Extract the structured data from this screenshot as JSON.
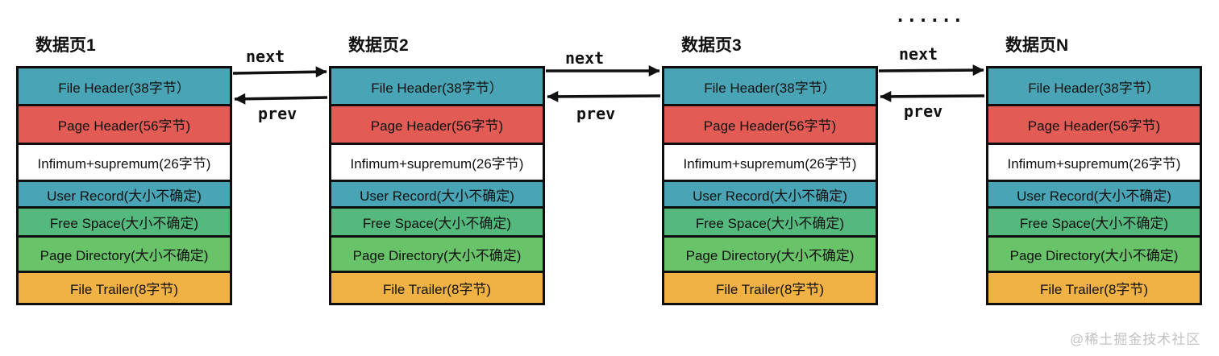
{
  "diagram": {
    "pages": [
      {
        "title": "数据页1"
      },
      {
        "title": "数据页2"
      },
      {
        "title": "数据页3"
      },
      {
        "title": "数据页N"
      }
    ],
    "rows": [
      {
        "label": "File Header(38字节）",
        "color": "#49A5B6"
      },
      {
        "label": "Page Header(56字节)",
        "color": "#E25B54"
      },
      {
        "label": "Infimum+supremum(26字节)",
        "color": "#FFFFFF"
      },
      {
        "label": "User Record(大小不确定)",
        "color": "#49A5B6"
      },
      {
        "label": "Free Space(大小不确定)",
        "color": "#55B87C"
      },
      {
        "label": "Page Directory(大小不确定)",
        "color": "#68C369"
      },
      {
        "label": "File Trailer(8字节)",
        "color": "#F0B244"
      }
    ],
    "links": [
      {
        "next_label": "next",
        "prev_label": "prev"
      },
      {
        "next_label": "next",
        "prev_label": "prev"
      },
      {
        "next_label": "next",
        "prev_label": "prev"
      }
    ],
    "ellipsis": "......",
    "watermark": "@稀土掘金技术社区",
    "arrow_color": "#111111"
  }
}
